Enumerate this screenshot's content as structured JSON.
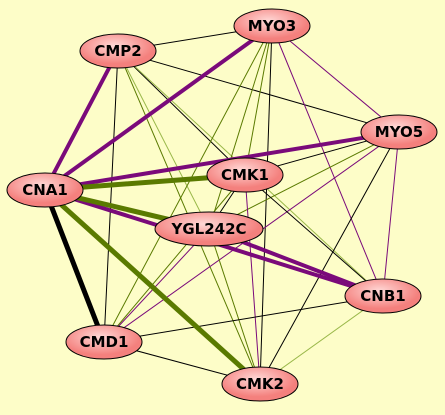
{
  "colors": {
    "background": "#fdfdc8",
    "node_fill": "#f4807d",
    "node_fill_light": "#ffd8d6",
    "node_stroke": "#000000",
    "edge_black": "#000000",
    "edge_purple": "#7a0a7a",
    "edge_green": "#5a7a00",
    "edge_lightgreen": "#9ab84a"
  },
  "nodes": [
    {
      "id": "MYO3",
      "label": "MYO3"
    },
    {
      "id": "CMP2",
      "label": "CMP2"
    },
    {
      "id": "MYO5",
      "label": "MYO5"
    },
    {
      "id": "CMK1",
      "label": "CMK1"
    },
    {
      "id": "CNA1",
      "label": "CNA1"
    },
    {
      "id": "YGL242C",
      "label": "YGL242C"
    },
    {
      "id": "CNB1",
      "label": "CNB1"
    },
    {
      "id": "CMD1",
      "label": "CMD1"
    },
    {
      "id": "CMK2",
      "label": "CMK2"
    }
  ],
  "edges": [
    {
      "source": "CMP2",
      "target": "MYO3",
      "color": "black",
      "weight": "thin"
    },
    {
      "source": "CMP2",
      "target": "MYO5",
      "color": "black",
      "weight": "thin"
    },
    {
      "source": "CMP2",
      "target": "CMK1",
      "color": "black",
      "weight": "thin"
    },
    {
      "source": "CMP2",
      "target": "CMD1",
      "color": "black",
      "weight": "thin"
    },
    {
      "source": "CMP2",
      "target": "CMK2",
      "color": "green",
      "weight": "thin"
    },
    {
      "source": "CMP2",
      "target": "CNB1",
      "color": "lightgreen",
      "weight": "thin"
    },
    {
      "source": "CMP2",
      "target": "YGL242C",
      "color": "lightgreen",
      "weight": "thin"
    },
    {
      "source": "CNA1",
      "target": "CMP2",
      "color": "purple",
      "weight": "medium"
    },
    {
      "source": "CNA1",
      "target": "MYO3",
      "color": "purple",
      "weight": "medium"
    },
    {
      "source": "CNA1",
      "target": "MYO5",
      "color": "purple",
      "weight": "medium"
    },
    {
      "source": "CNA1",
      "target": "CMK1",
      "color": "green",
      "weight": "thick"
    },
    {
      "source": "CNA1",
      "target": "YGL242C",
      "color": "green",
      "weight": "thick"
    },
    {
      "source": "CNA1",
      "target": "CMK2",
      "color": "green",
      "weight": "thick"
    },
    {
      "source": "CNA1",
      "target": "CMD1",
      "color": "black",
      "weight": "thick"
    },
    {
      "source": "CNA1",
      "target": "CNB1",
      "color": "purple",
      "weight": "medium"
    },
    {
      "source": "MYO3",
      "target": "MYO5",
      "color": "purple",
      "weight": "thin"
    },
    {
      "source": "MYO3",
      "target": "CMK1",
      "color": "green",
      "weight": "thin"
    },
    {
      "source": "MYO3",
      "target": "YGL242C",
      "color": "green",
      "weight": "thin"
    },
    {
      "source": "MYO3",
      "target": "CMD1",
      "color": "green",
      "weight": "thin"
    },
    {
      "source": "MYO3",
      "target": "CMK2",
      "color": "black",
      "weight": "thin"
    },
    {
      "source": "MYO3",
      "target": "CNB1",
      "color": "purple",
      "weight": "thin"
    },
    {
      "source": "MYO5",
      "target": "CMK1",
      "color": "black",
      "weight": "thin"
    },
    {
      "source": "MYO5",
      "target": "YGL242C",
      "color": "green",
      "weight": "thin"
    },
    {
      "source": "MYO5",
      "target": "CMD1",
      "color": "purple",
      "weight": "thin"
    },
    {
      "source": "MYO5",
      "target": "CMK2",
      "color": "black",
      "weight": "thin"
    },
    {
      "source": "MYO5",
      "target": "CNB1",
      "color": "purple",
      "weight": "thin"
    },
    {
      "source": "CMK1",
      "target": "YGL242C",
      "color": "black",
      "weight": "thin"
    },
    {
      "source": "CMK1",
      "target": "CMD1",
      "color": "green",
      "weight": "thin"
    },
    {
      "source": "CMK1",
      "target": "CMK2",
      "color": "purple",
      "weight": "thin"
    },
    {
      "source": "CMK1",
      "target": "CNB1",
      "color": "black",
      "weight": "thin"
    },
    {
      "source": "YGL242C",
      "target": "CMD1",
      "color": "purple",
      "weight": "thin"
    },
    {
      "source": "YGL242C",
      "target": "CMK2",
      "color": "green",
      "weight": "thin"
    },
    {
      "source": "YGL242C",
      "target": "CNB1",
      "color": "purple",
      "weight": "medium"
    },
    {
      "source": "CMD1",
      "target": "CNB1",
      "color": "black",
      "weight": "thin"
    },
    {
      "source": "CMD1",
      "target": "CMK2",
      "color": "black",
      "weight": "thin"
    },
    {
      "source": "CMK2",
      "target": "CNB1",
      "color": "lightgreen",
      "weight": "thin"
    }
  ]
}
